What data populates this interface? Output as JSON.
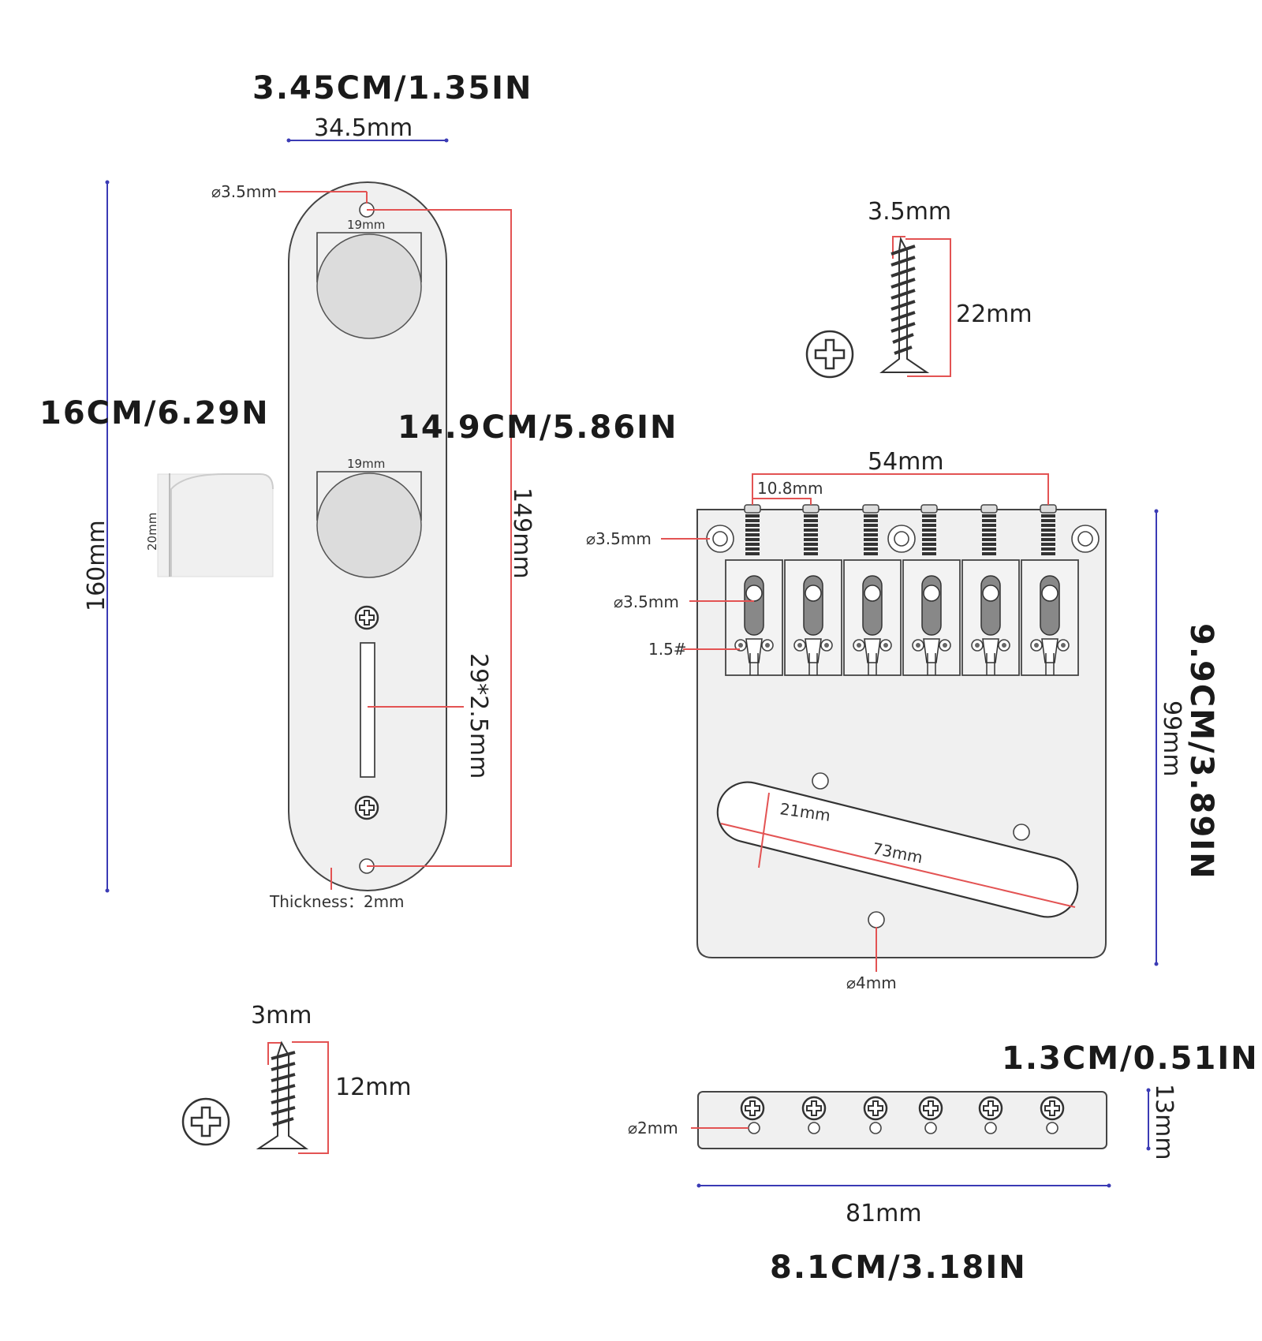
{
  "colors": {
    "dimension_red": "#e35353",
    "dimension_blue": "#3b3bb5",
    "line": "#444444",
    "plate_fill": "#f0f0f0"
  },
  "control_plate": {
    "width_title": "3.45CM/1.35IN",
    "width_mm": "34.5mm",
    "hole_dia": "⌀3.5mm",
    "knob1_size": "19mm",
    "knob2_size": "19mm",
    "length_title": "16CM/6.29N",
    "length_mm": "160mm",
    "hole_spacing_title": "14.9CM/5.86IN",
    "hole_spacing_mm": "149mm",
    "knob_height": "20mm",
    "slot_size": "29*2.5mm",
    "thickness": "Thickness：2mm"
  },
  "screw_large": {
    "dia": "3.5mm",
    "length": "22mm",
    "icon": "phillips-screw-head-icon"
  },
  "screw_small": {
    "dia": "3mm",
    "length": "12mm",
    "icon": "phillips-screw-head-icon"
  },
  "bridge": {
    "string_spacing": "54mm",
    "saddle_spacing": "10.8mm",
    "mount_hole": "⌀3.5mm",
    "saddle_hole": "⌀3.5mm",
    "wrench": "1.5#",
    "height_title": "9.9CM/3.89IN",
    "height_mm": "99mm",
    "pickup_width": "21mm",
    "pickup_length": "73mm",
    "bottom_hole": "⌀4mm"
  },
  "string_bar": {
    "height_title": "1.3CM/0.51IN",
    "height_mm": "13mm",
    "hole": "⌀2mm",
    "length_mm": "81mm",
    "length_title": "8.1CM/3.18IN"
  }
}
